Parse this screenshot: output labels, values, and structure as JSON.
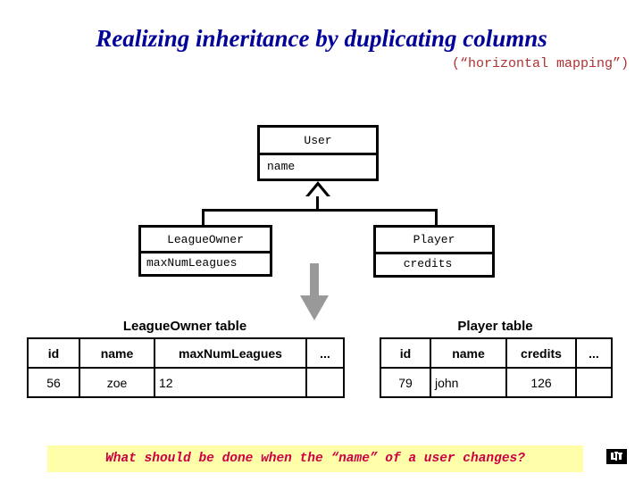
{
  "slide": {
    "title": "Realizing inheritance by duplicating columns",
    "subtitle": "(“horizontal mapping”)",
    "title_color": "#000099",
    "subtitle_color": "#b03030"
  },
  "class_diagram": {
    "superclass": {
      "name": "User",
      "attributes": [
        "name"
      ]
    },
    "subclasses": [
      {
        "name": "LeagueOwner",
        "attributes": [
          "maxNumLeagues"
        ]
      },
      {
        "name": "Player",
        "attributes": [
          "credits"
        ]
      }
    ],
    "relation": "generalization"
  },
  "mapping_arrow": {
    "direction": "down",
    "color": "#999999"
  },
  "tables": [
    {
      "caption": "LeagueOwner table",
      "columns": [
        "id",
        "name",
        "maxNumLeagues",
        "..."
      ],
      "rows": [
        [
          "56",
          "zoe",
          "12",
          ""
        ]
      ]
    },
    {
      "caption": "Player table",
      "columns": [
        "id",
        "name",
        "credits",
        "..."
      ],
      "rows": [
        [
          "79",
          "john",
          "126",
          ""
        ]
      ]
    }
  ],
  "banner": {
    "text": "What should be done when the “name” of a user changes?",
    "background": "#ffffaa",
    "color": "#cc0044"
  },
  "badge": {
    "label": "corner-badge"
  }
}
